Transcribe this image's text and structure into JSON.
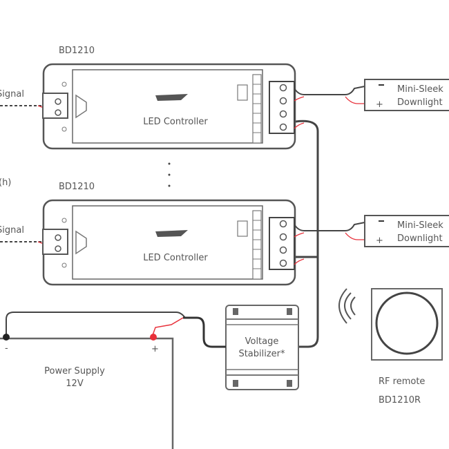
{
  "controllers": [
    {
      "model": "BD1210",
      "title": "LED Controller",
      "signal": "Signal"
    },
    {
      "model": "BD1210",
      "title": "LED Controller",
      "signal": "Signal"
    }
  ],
  "partial_label": "(h)",
  "downlights": [
    {
      "line1": "Mini-Sleek",
      "line2": "Downlight"
    },
    {
      "line1": "Mini-Sleek",
      "line2": "Downlight"
    }
  ],
  "stabilizer": {
    "line1": "Voltage",
    "line2": "Stabilizer*"
  },
  "power_supply": {
    "line1": "Power Supply",
    "line2": "12V",
    "minus": "-",
    "plus": "+"
  },
  "remote": {
    "line1": "RF remote",
    "line2": "BD1210R"
  },
  "colors": {
    "wire_positive": "#e8303a",
    "wire_negative": "#333333",
    "outline": "#555555"
  }
}
